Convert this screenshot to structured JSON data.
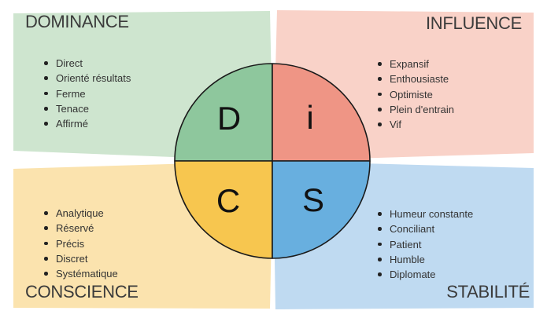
{
  "quadrants": {
    "dominance": {
      "title": "DOMINANCE",
      "letter": "D",
      "traits": [
        "Direct",
        "Orienté résultats",
        "Ferme",
        "Tenace",
        "Affirmé"
      ],
      "colors": {
        "background": "#cee5cf",
        "segment": "#8ec79d"
      }
    },
    "influence": {
      "title": "INFLUENCE",
      "letter": "i",
      "traits": [
        "Expansif",
        "Enthousiaste",
        "Optimiste",
        "Plein d'entrain",
        "Vif"
      ],
      "colors": {
        "background": "#f9d2c8",
        "segment": "#ef9585"
      }
    },
    "conscience": {
      "title": "CONSCIENCE",
      "letter": "C",
      "traits": [
        "Analytique",
        "Réservé",
        "Précis",
        "Discret",
        "Systématique"
      ],
      "colors": {
        "background": "#fbe3ae",
        "segment": "#f7c64f"
      }
    },
    "stabilite": {
      "title": "STABILITÉ",
      "letter": "S",
      "traits": [
        "Humeur constante",
        "Conciliant",
        "Patient",
        "Humble",
        "Diplomate"
      ],
      "colors": {
        "background": "#bfdaf1",
        "segment": "#68afdf"
      }
    }
  },
  "circle": {
    "outline_color": "#1a1a1a"
  }
}
